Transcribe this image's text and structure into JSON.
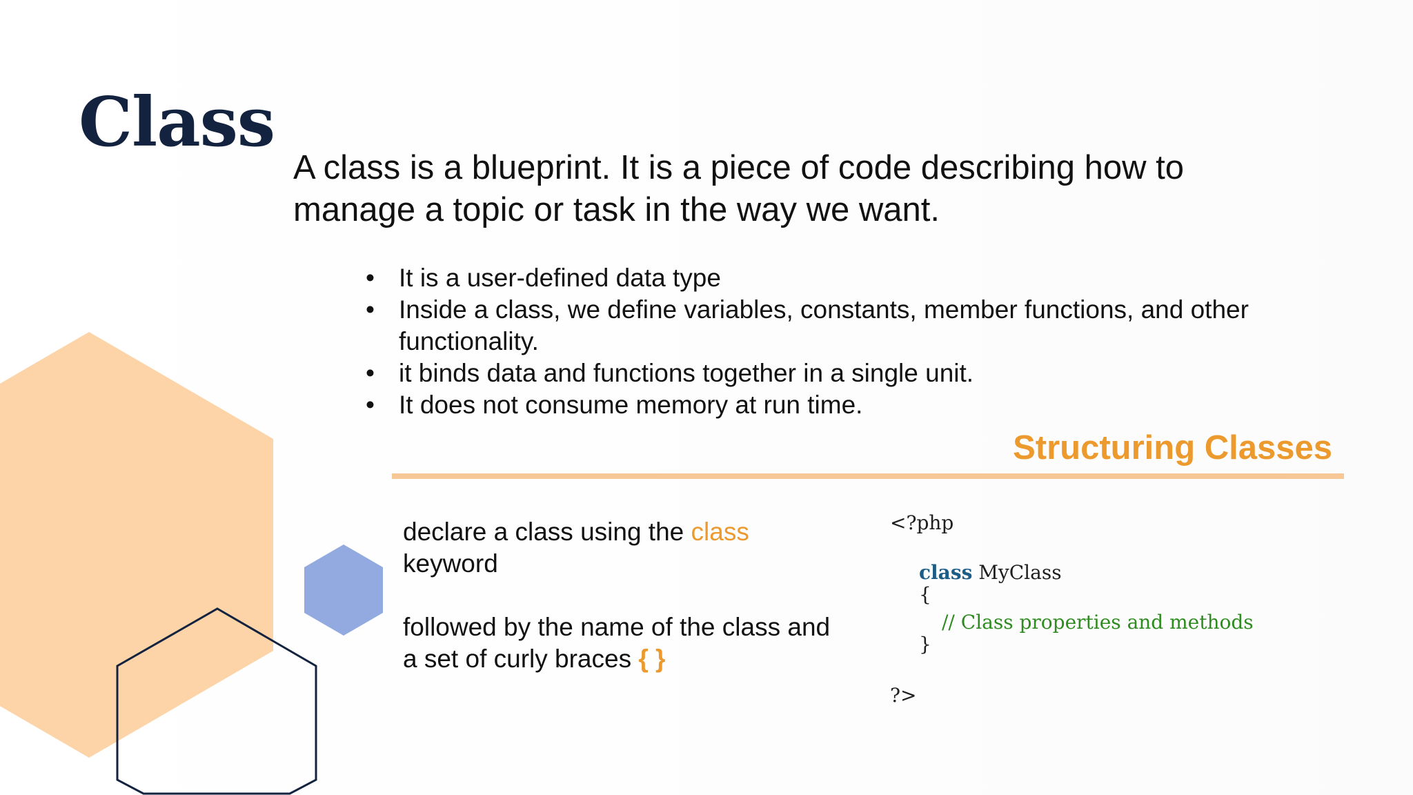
{
  "slide": {
    "title": "Class",
    "intro_lines": [
      "A class is a blueprint. It is a piece of code describing how to",
      "manage a topic or task in the way we want."
    ],
    "bullet_symbol": "•",
    "bullets": [
      [
        "It is a user-defined data type"
      ],
      [
        "Inside a class, we define variables, constants, member functions, and other",
        "functionality."
      ],
      [
        "it binds data and functions together in a single unit."
      ],
      [
        "It does not consume memory at run time."
      ]
    ],
    "section_heading": "Structuring Classes",
    "description": {
      "line1_prefix": "declare a class using the ",
      "line1_keyword": "class",
      "line2": "keyword",
      "line3": "followed by the name of the class and",
      "line4_prefix": "a set of curly braces ",
      "line4_braces": "{ }"
    },
    "code": {
      "open_tag": "<?php",
      "class_keyword": "class",
      "class_name": " MyClass",
      "open_brace": "{",
      "comment": "// Class properties and methods",
      "close_brace": "}",
      "close_tag": "?>"
    }
  },
  "colors": {
    "title": "#13233f",
    "accent_orange": "#ec9a2e",
    "divider": "#f7c895",
    "hexagon_peach": "#fcd4a8",
    "hexagon_blue": "#92aadf",
    "hexagon_outline": "#13233f",
    "code_keyword": "#1d5c86",
    "code_comment": "#2e8b1f"
  }
}
